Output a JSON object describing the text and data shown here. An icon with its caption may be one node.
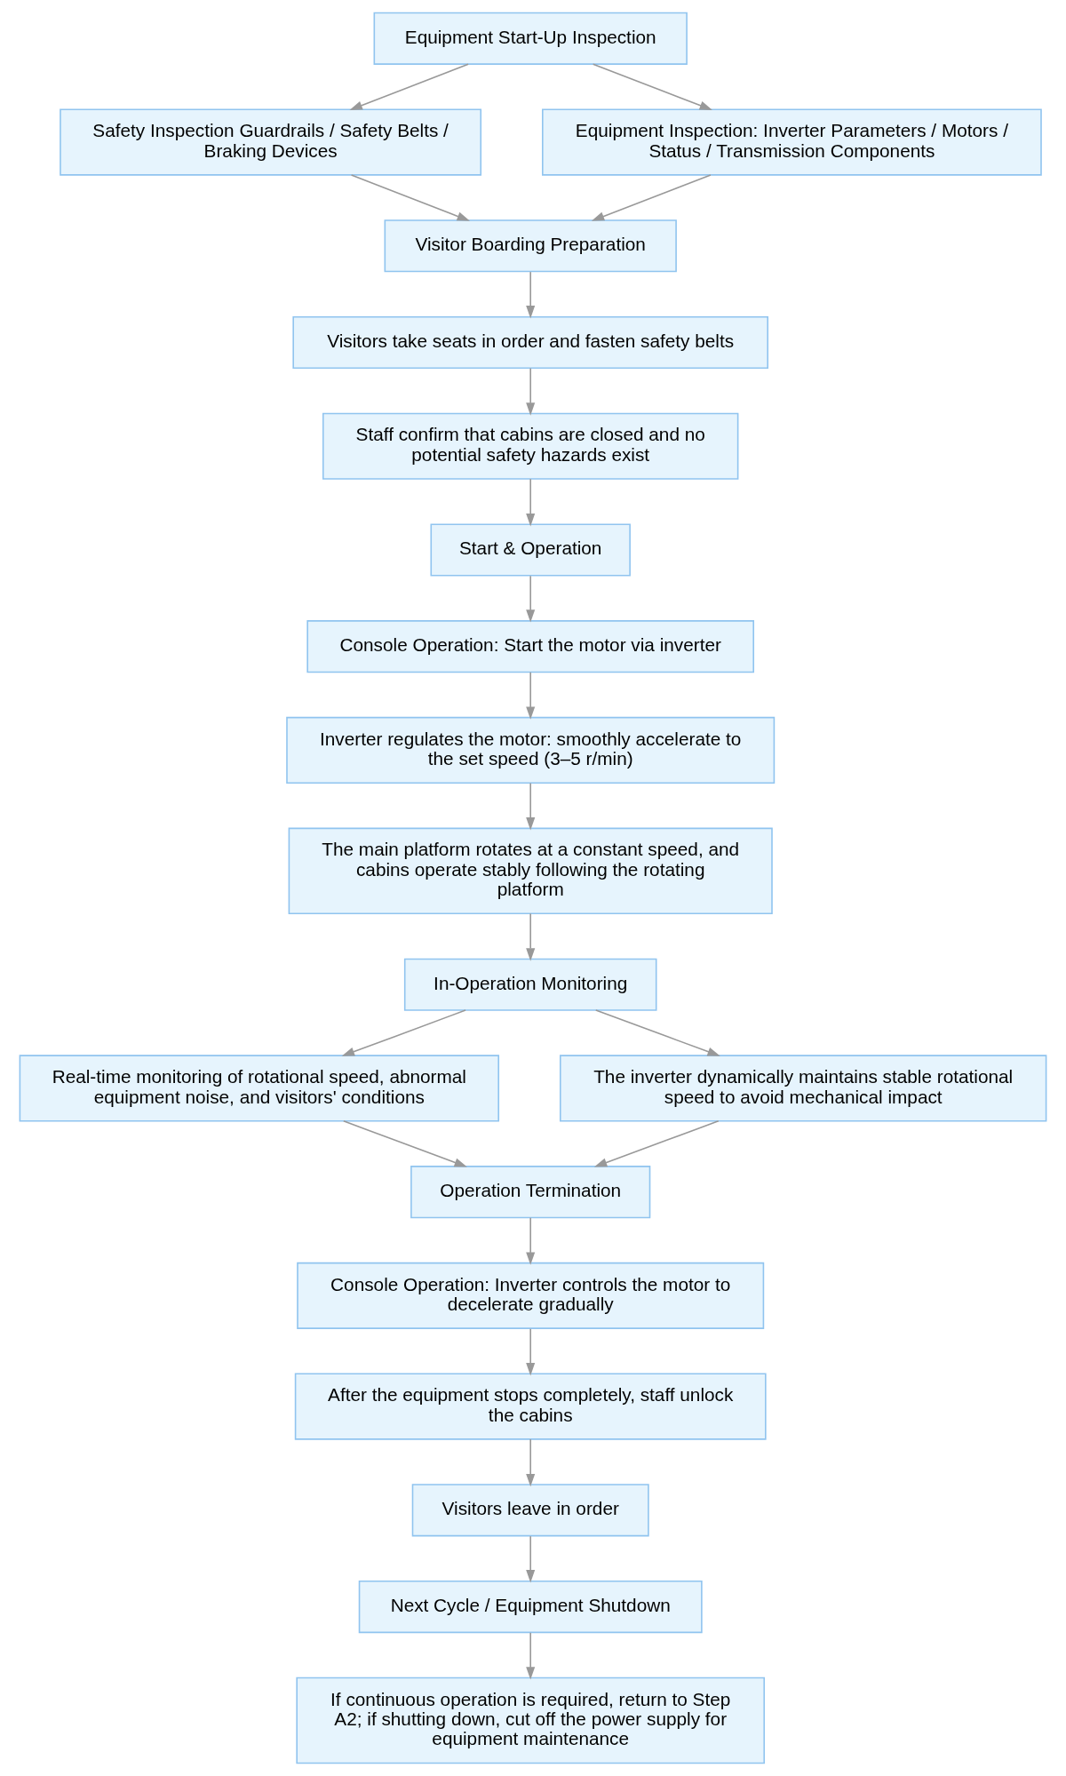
{
  "diagram": {
    "nodes": [
      {
        "text": [
          "Equipment Start-Up Inspection"
        ]
      },
      {
        "text": [
          "Safety Inspection Guardrails / Safety Belts / Braking Devices"
        ]
      },
      {
        "text": [
          "Equipment Inspection: Inverter Parameters / Motors / Status / Transmission Components"
        ]
      },
      {
        "text": [
          "Visitor Boarding Preparation"
        ]
      },
      {
        "text": [
          "Visitors take seats in order and fasten safety belts"
        ]
      },
      {
        "text": [
          "Staff confirm that cabins are closed and no potential safety hazards exist"
        ]
      },
      {
        "text": [
          "Start & Operation"
        ]
      },
      {
        "text": [
          "Console Operation: Start the motor via inverter"
        ]
      },
      {
        "text": [
          "Inverter regulates the motor: smoothly accelerate to the set speed (3–5 r/min)"
        ]
      },
      {
        "text": [
          "The main platform rotates at a constant speed, and cabins operate stably following the rotating platform"
        ]
      },
      {
        "text": [
          "In-Operation Monitoring"
        ]
      },
      {
        "text": [
          "Real-time monitoring of rotational speed, abnormal equipment noise, and visitors' conditions"
        ]
      },
      {
        "text": [
          "The inverter dynamically maintains stable rotational speed to avoid mechanical impact"
        ]
      },
      {
        "text": [
          "Operation Termination"
        ]
      },
      {
        "text": [
          "Console Operation: Inverter controls the motor to decelerate gradually"
        ]
      },
      {
        "text": [
          "After the equipment stops completely, staff unlock the cabins"
        ]
      },
      {
        "text": [
          "Visitors leave in order"
        ]
      },
      {
        "text": [
          "Next Cycle / Equipment Shutdown"
        ]
      },
      {
        "text": [
          "If continuous operation is required, return to Step A2; if shutting down, cut off the power supply for equipment maintenance"
        ]
      }
    ],
    "edges": [
      {
        "from": 0,
        "to": 1,
        "arrow": "to"
      },
      {
        "from": 0,
        "to": 2,
        "arrow": "to"
      },
      {
        "from": 1,
        "to": 3,
        "arrow": "to"
      },
      {
        "from": 2,
        "to": 3,
        "arrow": "to"
      },
      {
        "from": 3,
        "to": 4,
        "arrow": "to"
      },
      {
        "from": 4,
        "to": 5,
        "arrow": "to"
      },
      {
        "from": 5,
        "to": 6,
        "arrow": "to"
      },
      {
        "from": 6,
        "to": 7,
        "arrow": "to"
      },
      {
        "from": 7,
        "to": 8,
        "arrow": "to"
      },
      {
        "from": 8,
        "to": 9,
        "arrow": "to"
      },
      {
        "from": 9,
        "to": 10,
        "arrow": "to"
      },
      {
        "from": 10,
        "to": 11,
        "arrow": "to"
      },
      {
        "from": 10,
        "to": 12,
        "arrow": "to"
      },
      {
        "from": 11,
        "to": 13,
        "arrow": "to"
      },
      {
        "from": 12,
        "to": 13,
        "arrow": "to"
      },
      {
        "from": 13,
        "to": 14,
        "arrow": "to"
      },
      {
        "from": 14,
        "to": 15,
        "arrow": "to"
      },
      {
        "from": 15,
        "to": 16,
        "arrow": "to"
      },
      {
        "from": 16,
        "to": 17,
        "arrow": "to"
      },
      {
        "from": 17,
        "to": 18,
        "arrow": "to"
      }
    ]
  }
}
